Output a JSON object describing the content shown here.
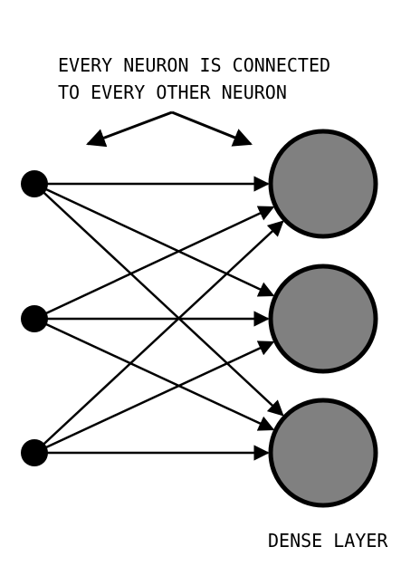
{
  "annotation": {
    "line1": "EVERY NEURON IS CONNECTED",
    "line2": "TO EVERY OTHER NEURON"
  },
  "layer_label": "DENSE LAYER",
  "colors": {
    "stroke": "#000000",
    "input_fill": "#000000",
    "output_fill": "#808080",
    "background": "#ffffff"
  },
  "network": {
    "input_count": 3,
    "output_count": 3,
    "fully_connected": true
  }
}
